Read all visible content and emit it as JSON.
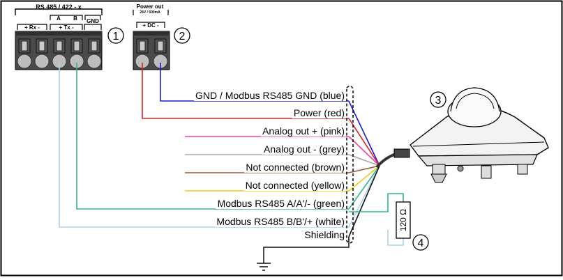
{
  "rs_connector": {
    "title": "RS 485 / 422 - x",
    "label_a": "A",
    "label_b": "B",
    "label_rx": "+ Rx -",
    "label_tx": "+ Tx -",
    "label_gnd": "GND",
    "callout": "1"
  },
  "power_connector": {
    "title": "Power out",
    "subtitle": "24V / 500mA",
    "label_dc": "+ DC -",
    "callout": "2"
  },
  "sensor": {
    "callout": "3"
  },
  "resistor": {
    "value": "120 Ω",
    "callout": "4"
  },
  "wires": [
    {
      "label": "GND / Modbus RS485 GND (blue)",
      "color": "#1a1ad6"
    },
    {
      "label": "Power (red)",
      "color": "#e02020"
    },
    {
      "label": "Analog out + (pink)",
      "color": "#ee3fa8"
    },
    {
      "label": "Analog out - (grey)",
      "color": "#a8a8a8"
    },
    {
      "label": "Not connected (brown)",
      "color": "#9a5a34"
    },
    {
      "label": "Not connected (yellow)",
      "color": "#f0cc10"
    },
    {
      "label": "Modbus RS485 A/A'/- (green)",
      "color": "#2fb58f"
    },
    {
      "label": "Modbus RS485 B/B'/+ (white)",
      "color": "#a9d3ee"
    },
    {
      "label": "Shielding",
      "color": "#111111"
    }
  ]
}
